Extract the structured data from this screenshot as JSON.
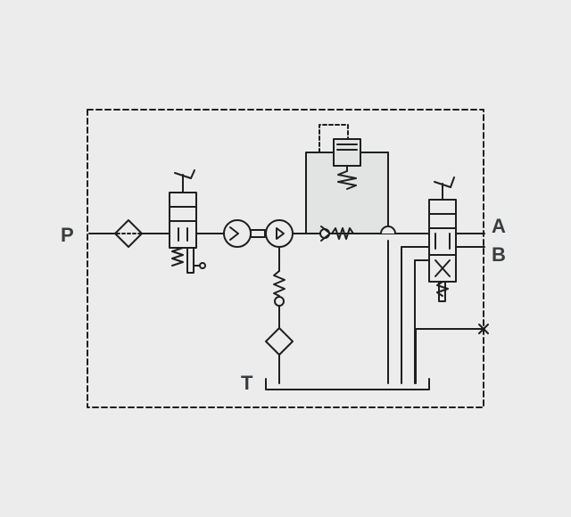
{
  "diagram": {
    "title": "",
    "colors": {
      "line": "#1f1f1f",
      "background": "#ebeceb",
      "fill": "#e2e3e3",
      "label": "#3a3d40"
    },
    "ports": {
      "pressure": "P",
      "tank": "T",
      "work_a": "A",
      "work_b": "B"
    }
  }
}
